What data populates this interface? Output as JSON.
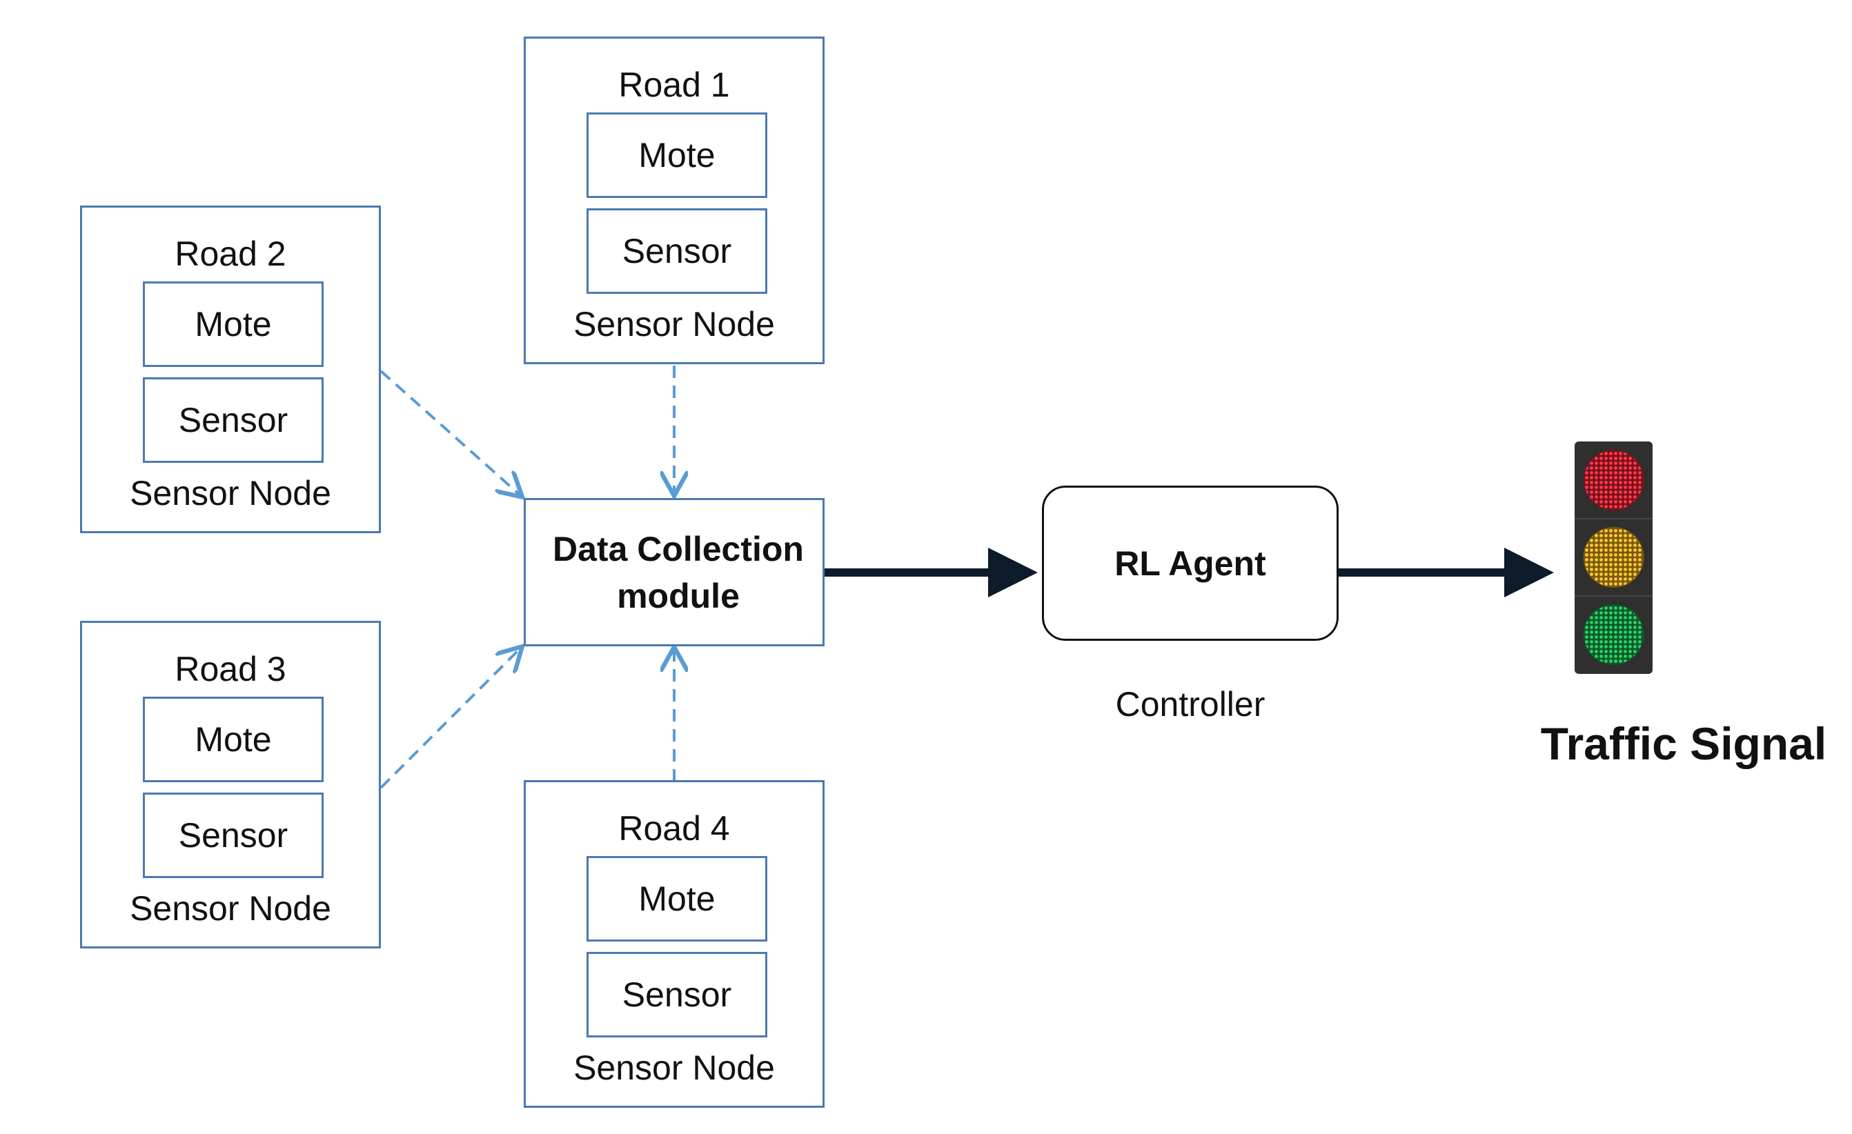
{
  "nodes": {
    "road1": {
      "road": "Road 1",
      "mote": "Mote",
      "sensor": "Sensor",
      "caption": "Sensor Node"
    },
    "road2": {
      "road": "Road 2",
      "mote": "Mote",
      "sensor": "Sensor",
      "caption": "Sensor Node"
    },
    "road3": {
      "road": "Road 3",
      "mote": "Mote",
      "sensor": "Sensor",
      "caption": "Sensor Node"
    },
    "road4": {
      "road": "Road 4",
      "mote": "Mote",
      "sensor": "Sensor",
      "caption": "Sensor Node"
    }
  },
  "data_collection": {
    "line1": "Data Collection",
    "line2": "module"
  },
  "agent": {
    "label": "RL Agent",
    "caption": "Controller"
  },
  "signal": {
    "label": "Traffic Signal",
    "colors": {
      "red": "#e8273a",
      "yellow": "#e9b21c",
      "green": "#19b24f"
    }
  },
  "colors": {
    "box_border": "#4a7ab0",
    "dashed_arrow": "#5b9bd5",
    "solid_arrow": "#0d1b2a"
  }
}
